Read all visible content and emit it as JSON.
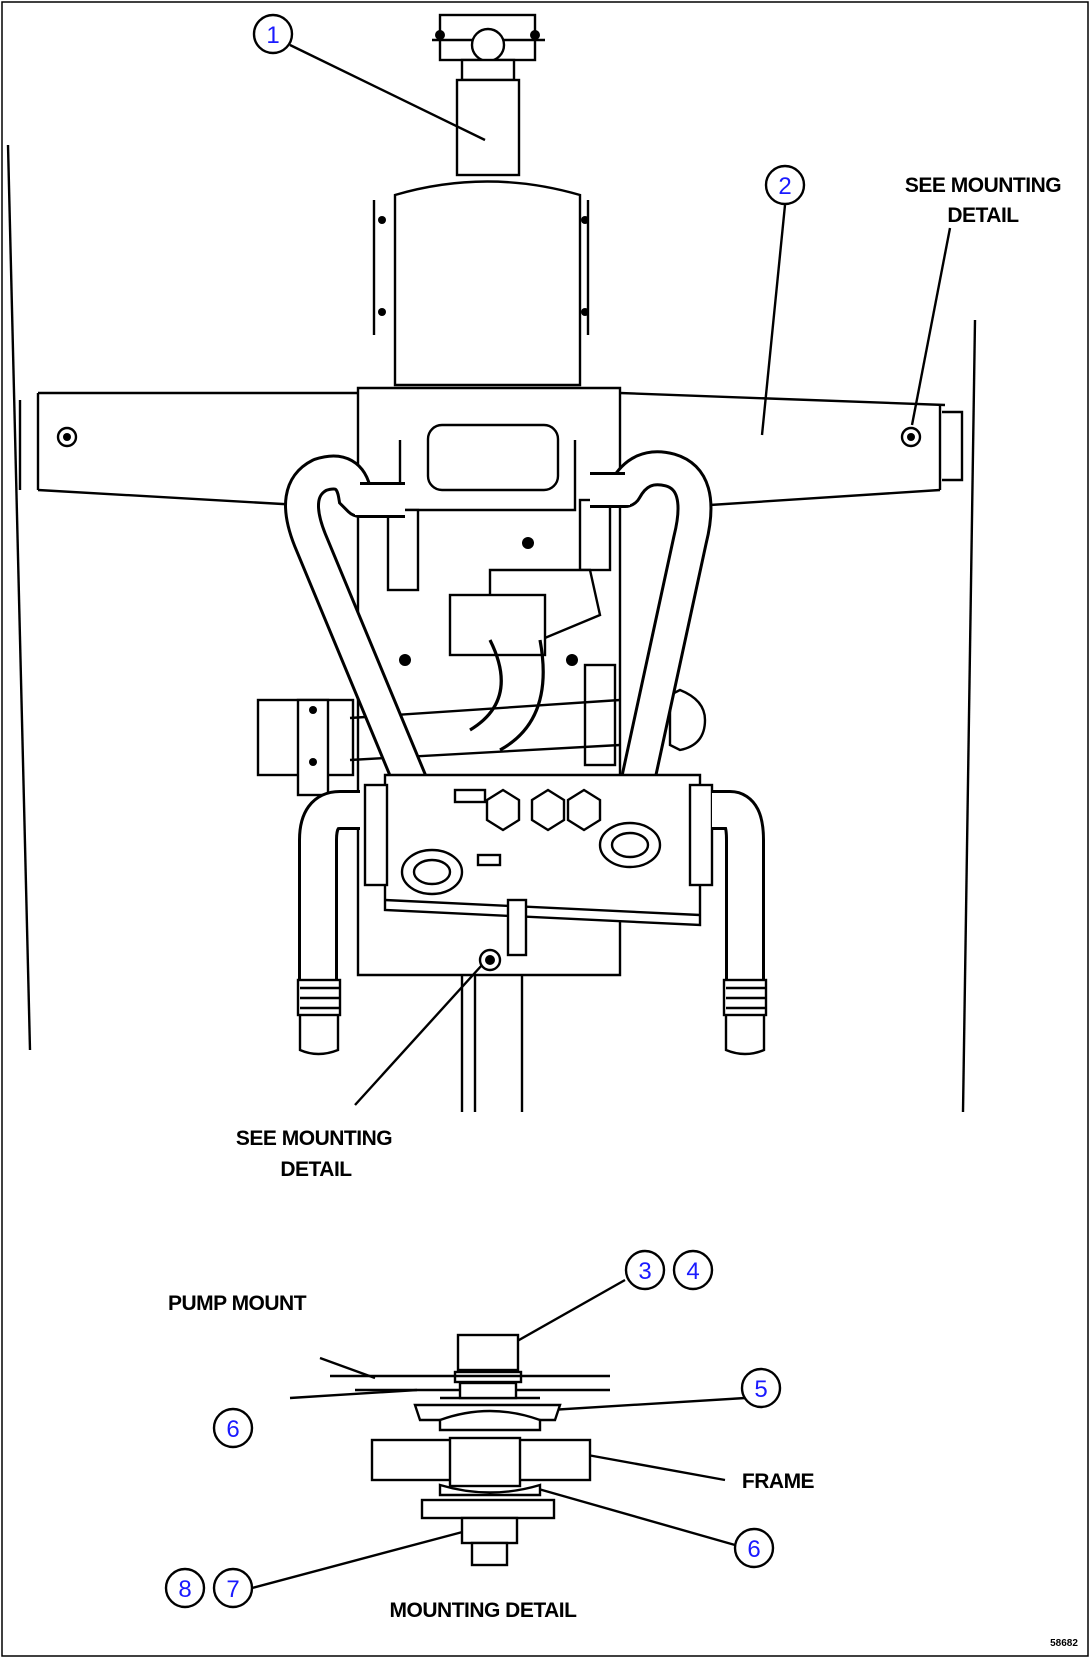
{
  "callouts": [
    {
      "id": "callout-1",
      "number": "1"
    },
    {
      "id": "callout-2",
      "number": "2"
    },
    {
      "id": "callout-3",
      "number": "3"
    },
    {
      "id": "callout-4",
      "number": "4"
    },
    {
      "id": "callout-5",
      "number": "5"
    },
    {
      "id": "callout-6a",
      "number": "6"
    },
    {
      "id": "callout-6b",
      "number": "6"
    },
    {
      "id": "callout-7",
      "number": "7"
    },
    {
      "id": "callout-8",
      "number": "8"
    }
  ],
  "labels": {
    "see_mounting_right_line1": "SEE MOUNTING",
    "see_mounting_right_line2": "DETAIL",
    "see_mounting_bottom_line1": "SEE MOUNTING",
    "see_mounting_bottom_line2": "DETAIL",
    "pump_mount": "PUMP MOUNT",
    "frame": "FRAME",
    "mounting_detail": "MOUNTING DETAIL",
    "drawing_code": "58682"
  },
  "colors": {
    "line": "#000000",
    "callout_number": "#1a1aff",
    "background": "#ffffff"
  }
}
